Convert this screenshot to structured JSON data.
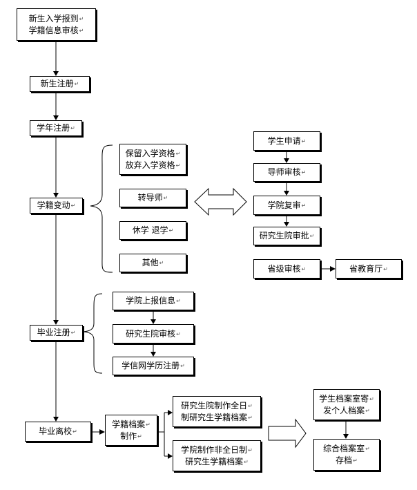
{
  "nodes": {
    "enroll": [
      "新生入学报到",
      "学籍信息审核"
    ],
    "register": [
      "新生注册"
    ],
    "annual": [
      "学年注册"
    ],
    "change": [
      "学籍变动"
    ],
    "keep": [
      "保留入学资格",
      "放弃入学资格"
    ],
    "advisor": [
      "转导师"
    ],
    "suspend": [
      "休学  退学"
    ],
    "other": [
      "其他"
    ],
    "apply": [
      "学生申请"
    ],
    "advisor_review": [
      "导师审核"
    ],
    "college_review": [
      "学院复审"
    ],
    "grad_approve": [
      "研究生院审批"
    ],
    "province_review": [
      "省级审核"
    ],
    "province_dept": [
      "省教育厅"
    ],
    "graduate_reg": [
      "毕业注册"
    ],
    "college_report": [
      "学院上报信息"
    ],
    "grad_review": [
      "研究生院审核"
    ],
    "chsi_reg": [
      "学信网学历注册"
    ],
    "leave": [
      "毕业离校"
    ],
    "archive_make": [
      "学籍档案",
      "制作"
    ],
    "fulltime": [
      "研究生院制作全日",
      "制研究生学籍档案"
    ],
    "parttime": [
      "学院制作非全日制",
      "研究生学籍档案"
    ],
    "send_personal": [
      "学生档案室寄",
      "发个人档案"
    ],
    "store": [
      "综合档案室",
      "存档"
    ]
  }
}
